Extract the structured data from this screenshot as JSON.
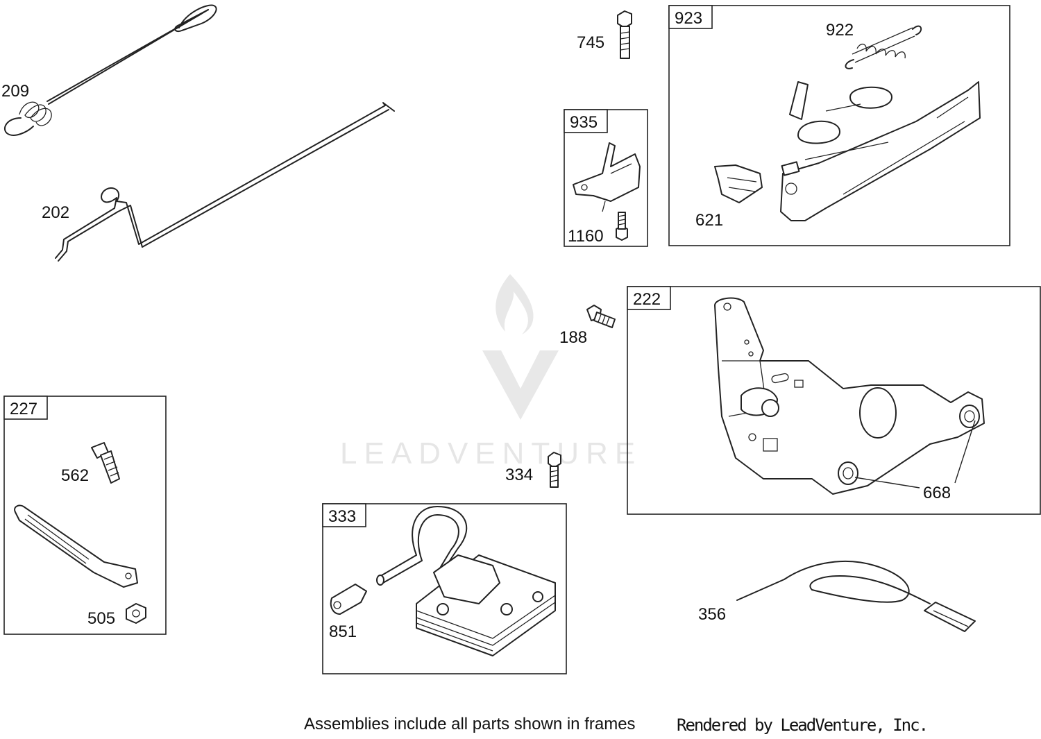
{
  "watermark": {
    "text": "LEADVENTURE"
  },
  "frames": [
    {
      "id": "227",
      "label": "227"
    },
    {
      "id": "333",
      "label": "333"
    },
    {
      "id": "935",
      "label": "935"
    },
    {
      "id": "923",
      "label": "923"
    },
    {
      "id": "222",
      "label": "222"
    }
  ],
  "callouts": [
    {
      "id": "209",
      "label": "209"
    },
    {
      "id": "202",
      "label": "202"
    },
    {
      "id": "562",
      "label": "562"
    },
    {
      "id": "505",
      "label": "505"
    },
    {
      "id": "851",
      "label": "851"
    },
    {
      "id": "334",
      "label": "334"
    },
    {
      "id": "745",
      "label": "745"
    },
    {
      "id": "1160",
      "label": "1160"
    },
    {
      "id": "922",
      "label": "922"
    },
    {
      "id": "621",
      "label": "621"
    },
    {
      "id": "188",
      "label": "188"
    },
    {
      "id": "668",
      "label": "668"
    },
    {
      "id": "356",
      "label": "356"
    }
  ],
  "footer": {
    "note": "Assemblies include all parts shown in frames",
    "credit": "Rendered by LeadVenture, Inc."
  }
}
